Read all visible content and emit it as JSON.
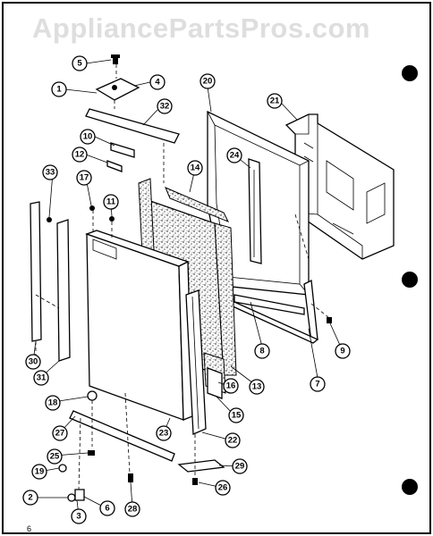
{
  "watermark": "AppliancePartsPros.com",
  "page_number": "6",
  "callouts": [
    "1",
    "2",
    "3",
    "4",
    "5",
    "6",
    "7",
    "8",
    "9",
    "10",
    "11",
    "12",
    "13",
    "14",
    "15",
    "16",
    "17",
    "18",
    "19",
    "20",
    "21",
    "22",
    "23",
    "24",
    "25",
    "26",
    "27",
    "28",
    "29",
    "30",
    "31",
    "32",
    "33"
  ],
  "colors": {
    "ink": "#000000",
    "paper": "#ffffff",
    "watermark": "#dedede",
    "insulation": "#9a9a9a"
  }
}
